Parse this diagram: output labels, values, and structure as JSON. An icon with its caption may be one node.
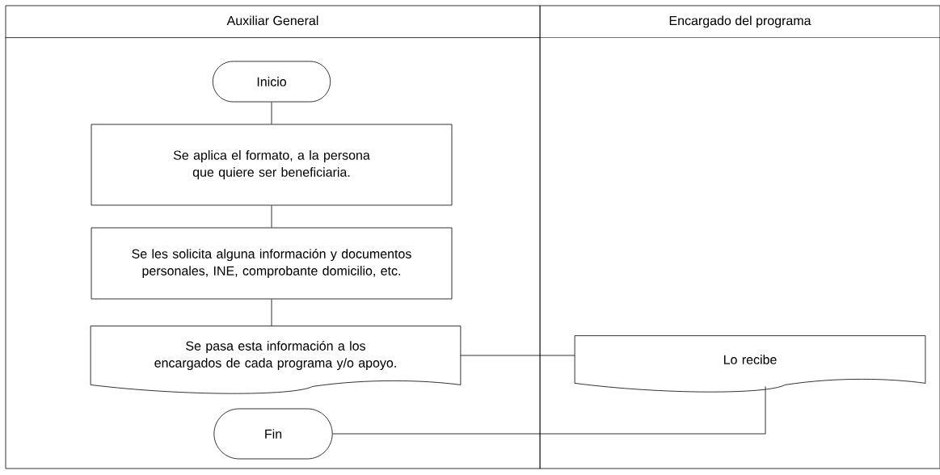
{
  "diagram": {
    "nodes": [
      {
        "text": [
          "Auxiliar General"
        ]
      },
      {
        "text": [
          "Encargado del programa"
        ]
      },
      {
        "text": [
          "Inicio"
        ],
        "in": 0
      },
      {
        "text": [
          "Se aplica el formato, a la persona que quiere ser beneficiaria."
        ],
        "in": 0
      },
      {
        "text": [
          "Se les solicita alguna información y documentos personales, INE, comprobante domicilio, etc."
        ],
        "in": 0
      },
      {
        "text": [
          "Se pasa esta información a los encargados de cada programa y/o apoyo."
        ],
        "in": 0
      },
      {
        "text": [
          "Lo recibe"
        ],
        "in": 1
      },
      {
        "text": [
          "Fin"
        ],
        "in": 0
      }
    ],
    "edges": [
      {
        "from": 2,
        "to": 3,
        "arrow": "none"
      },
      {
        "from": 3,
        "to": 4,
        "arrow": "none"
      },
      {
        "from": 4,
        "to": 5,
        "arrow": "none"
      },
      {
        "from": 5,
        "to": 6,
        "arrow": "none"
      },
      {
        "from": 6,
        "to": 7,
        "arrow": "none"
      }
    ]
  }
}
